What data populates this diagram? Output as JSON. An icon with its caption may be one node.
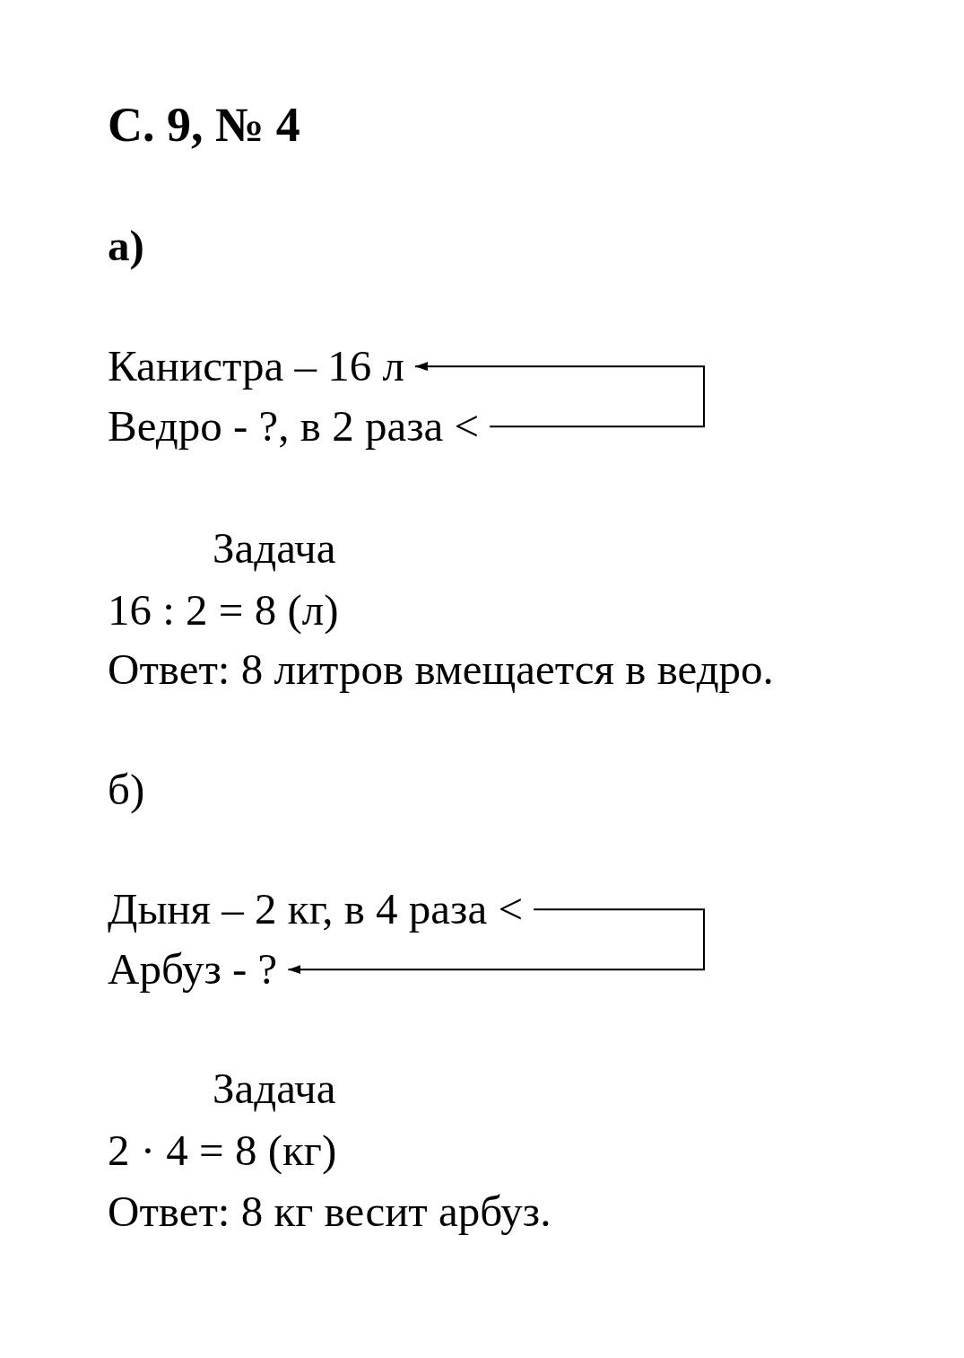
{
  "diagram": {
    "title": "С. 9, № 4",
    "nodes": [
      {
        "text": [
          "Канистра – 16 л"
        ]
      },
      {
        "text": [
          "Ведро - ?, в 2 раза <"
        ]
      },
      {
        "text": [
          "Дыня – 2 кг, в 4 раза <"
        ]
      },
      {
        "text": [
          "Арбуз - ?"
        ]
      }
    ],
    "edges": [
      {
        "from": 1,
        "to": 0,
        "arrow": "to"
      },
      {
        "from": 2,
        "to": 3,
        "arrow": "to"
      }
    ],
    "labels": [
      "а)",
      "Задача",
      "16 : 2 = 8 (л)",
      "Ответ: 8 литров вмещается в ведро.",
      "б)",
      "Задача",
      "2 · 4 = 8 (кг)",
      "Ответ: 8 кг весит арбуз."
    ]
  }
}
